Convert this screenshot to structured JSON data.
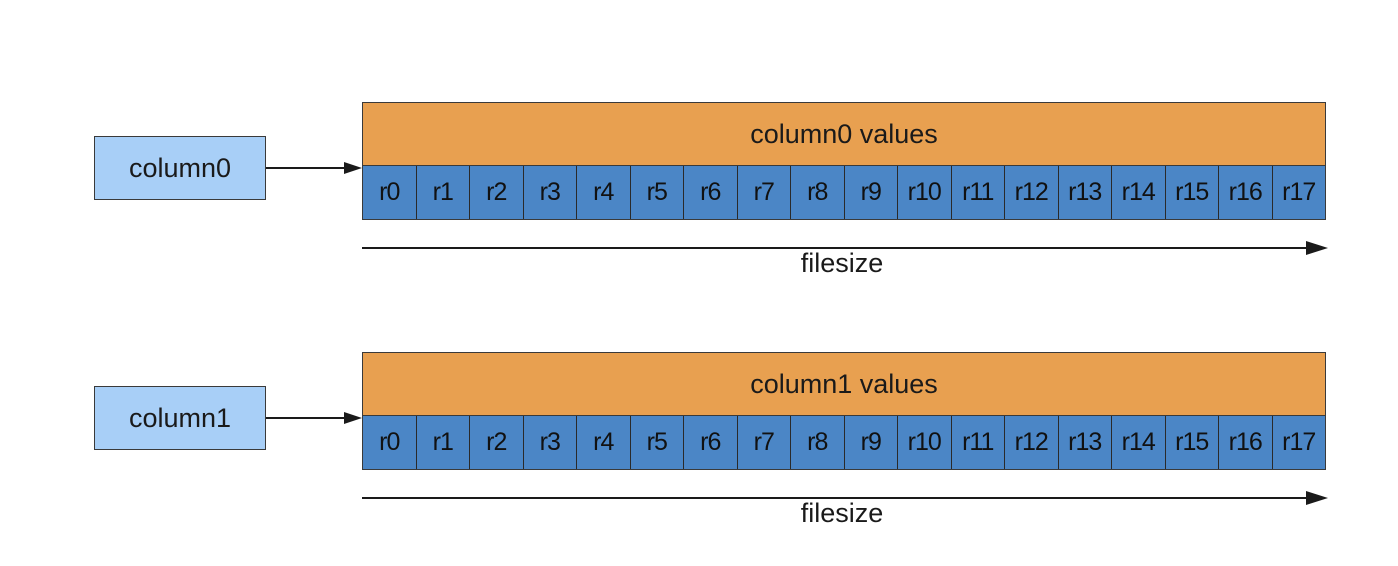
{
  "columns": [
    {
      "name": "column0",
      "values_label": "column0 values",
      "rows": [
        "r0",
        "r1",
        "r2",
        "r3",
        "r4",
        "r5",
        "r6",
        "r7",
        "r8",
        "r9",
        "r10",
        "r11",
        "r12",
        "r13",
        "r14",
        "r15",
        "r16",
        "r17"
      ],
      "size_label": "filesize"
    },
    {
      "name": "column1",
      "values_label": "column1 values",
      "rows": [
        "r0",
        "r1",
        "r2",
        "r3",
        "r4",
        "r5",
        "r6",
        "r7",
        "r8",
        "r9",
        "r10",
        "r11",
        "r12",
        "r13",
        "r14",
        "r15",
        "r16",
        "r17"
      ],
      "size_label": "filesize"
    }
  ],
  "colors": {
    "column_box": "#a8cff7",
    "values_bar": "#e8a050",
    "row_cell": "#4b86c6",
    "outline": "#3a3a3a"
  }
}
